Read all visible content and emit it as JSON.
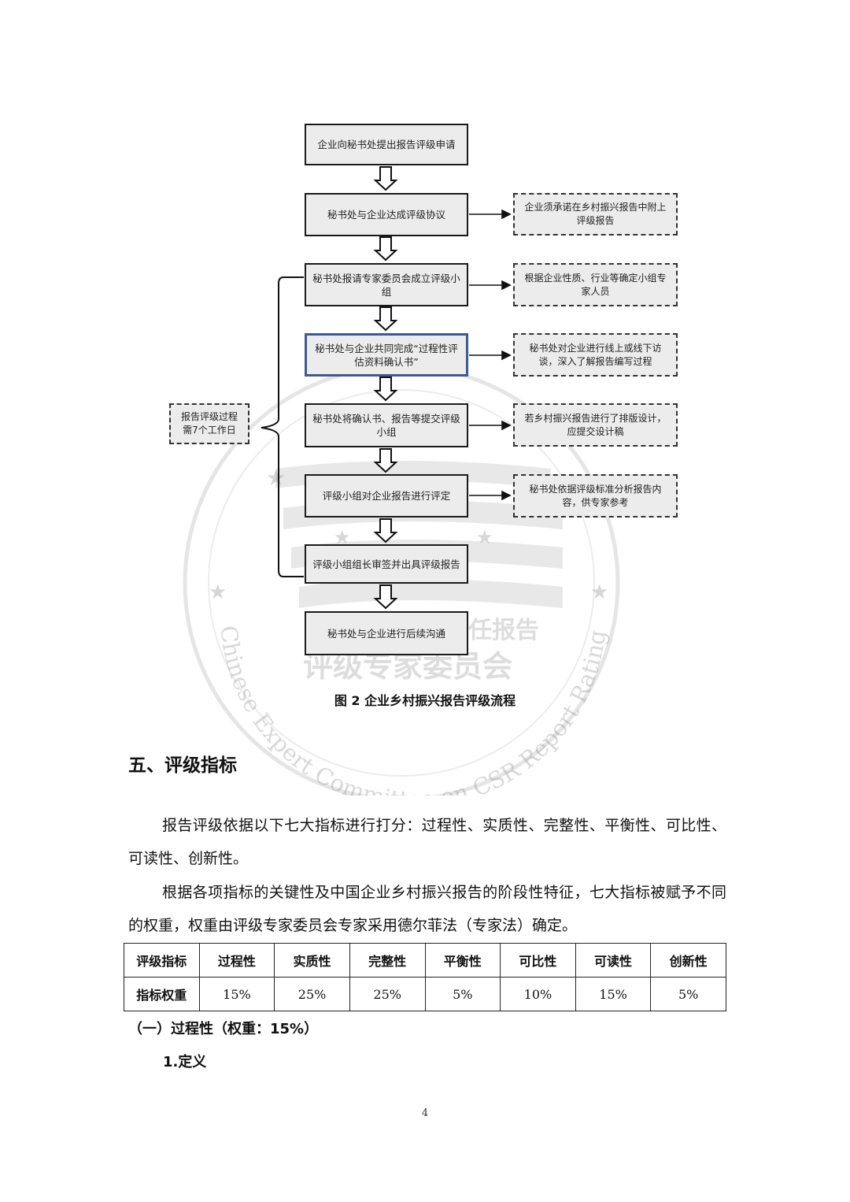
{
  "flowchart": {
    "main_steps": [
      "企业向秘书处提出报告评级申请",
      "秘书处与企业达成评级协议",
      "秘书处报请专家委员会成立评级小组",
      "秘书处与企业共同完成“过程性评估资料确认书”",
      "秘书处将确认书、报告等提交评级小组",
      "评级小组对企业报告进行评定",
      "评级小组组长审签并出具评级报告",
      "秘书处与企业进行后续沟通"
    ],
    "side_notes": [
      "企业须承诺在乡村振兴报告中附上评级报告",
      "根据企业性质、行业等确定小组专家人员",
      "秘书处对企业进行线上或线下访谈，深入了解报告编写过程",
      "若乡村振兴报告进行了排版设计，应提交设计稿",
      "秘书处依据评级标准分析报告内容，供专家参考"
    ],
    "duration_note": "报告评级过程需7个工作日",
    "caption": "图 2 企业乡村振兴报告评级流程"
  },
  "watermark": {
    "line1": "中国企业社会责任报告",
    "line2": "评级专家委员会",
    "arc_text": "Chinese Expert Committee on CSR Report Rating"
  },
  "section": {
    "heading": "五、评级指标",
    "para1": "报告评级依据以下七大指标进行打分：过程性、实质性、完整性、平衡性、可比性、可读性、创新性。",
    "para2": "根据各项指标的关键性及中国企业乡村振兴报告的阶段性特征，七大指标被赋予不同的权重，权重由评级专家委员会专家采用德尔菲法（专家法）确定。"
  },
  "table": {
    "header": [
      "评级指标",
      "过程性",
      "实质性",
      "完整性",
      "平衡性",
      "可比性",
      "可读性",
      "创新性"
    ],
    "row": [
      "指标权重",
      "15%",
      "25%",
      "25%",
      "5%",
      "10%",
      "15%",
      "5%"
    ]
  },
  "subsection": {
    "title": "（一）过程性（权重：15%）",
    "item": "1.定义"
  },
  "page_number": "4"
}
